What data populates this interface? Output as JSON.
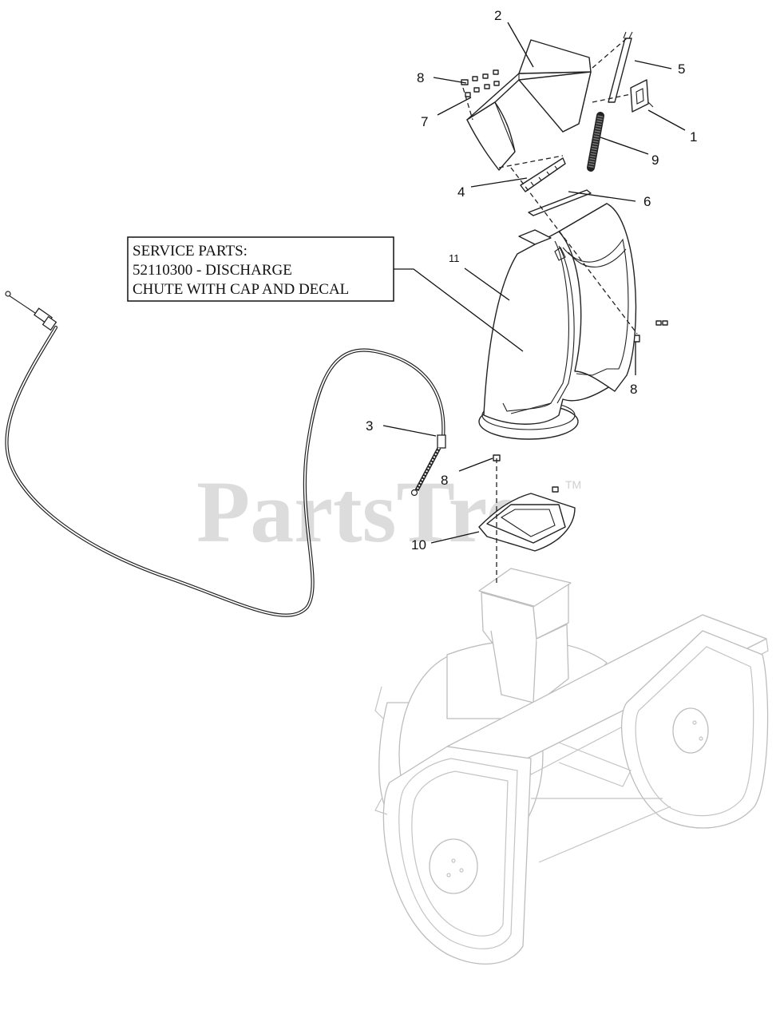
{
  "service_box": {
    "line1": "SERVICE PARTS:",
    "line2": "52110300 - DISCHARGE",
    "line3": "CHUTE WITH CAP AND DECAL"
  },
  "callouts": {
    "c1": "1",
    "c2": "2",
    "c3": "3",
    "c4": "4",
    "c5": "5",
    "c6": "6",
    "c7": "7",
    "c8a": "8",
    "c8b": "8",
    "c8c": "8",
    "c9": "9",
    "c10": "10",
    "c11": "11"
  },
  "watermark": {
    "text": "PartsTree",
    "trademark": "TM"
  }
}
